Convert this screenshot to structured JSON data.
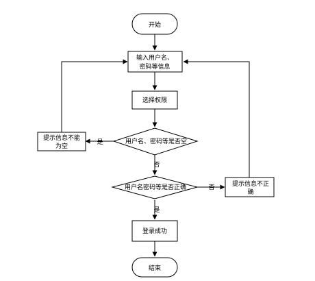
{
  "flowchart": {
    "start": "开始",
    "input": [
      "输入用户名、",
      "密码等信息"
    ],
    "select": "选择权限",
    "check_empty": "用户名、密码等是否空",
    "prompt_empty": [
      "提示信息不能",
      "为空"
    ],
    "check_correct": "用户名密码等是否正确",
    "prompt_incorrect": [
      "提示信息不正",
      "确"
    ],
    "success": "登录成功",
    "end": "结束",
    "yes_label": "是",
    "no_label": "否"
  }
}
